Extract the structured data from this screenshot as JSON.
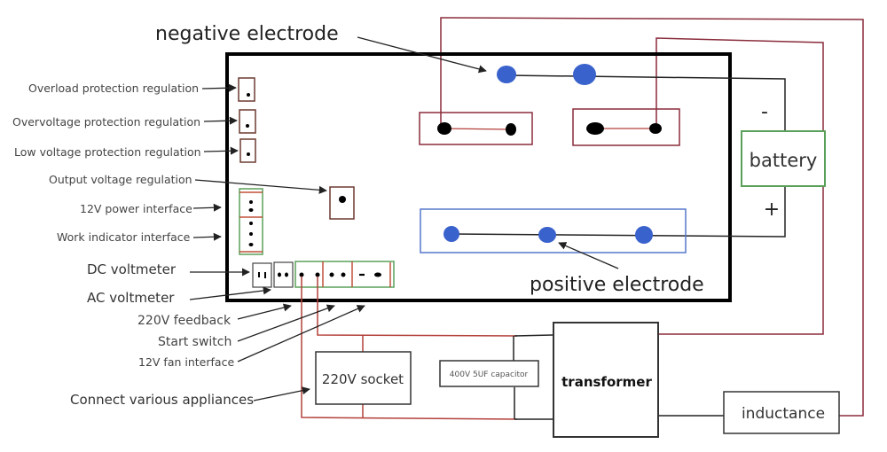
{
  "colors": {
    "board_outline": "#000000",
    "wire_black": "#222222",
    "wire_red": "#b3403a",
    "wire_maroon": "#8a2c3b",
    "electrode_blue": "#3a62cc",
    "positive_box": "#5577cc",
    "battery_box": "#5aa05a",
    "connector_green": "#5aa05a",
    "connector_red": "#c0503a"
  },
  "labels": {
    "negative_electrode": "negative electrode",
    "positive_electrode": "positive electrode",
    "overload_protection": "Overload protection regulation",
    "overvoltage_protection": "Overvoltage protection regulation",
    "low_voltage_protection": "Low voltage protection regulation",
    "output_voltage": "Output voltage regulation",
    "power_12v": "12V power interface",
    "work_indicator": "Work indicator interface",
    "dc_voltmeter": "DC voltmeter",
    "ac_voltmeter": "AC voltmeter",
    "feedback_220v": "220V feedback",
    "start_switch": "Start switch",
    "fan_12v": "12V fan interface",
    "connect_appliances": "Connect various appliances"
  },
  "components": {
    "battery": "battery",
    "battery_negative": "-",
    "battery_positive": "+",
    "socket": "220V socket",
    "capacitor": "400V 5UF capacitor",
    "transformer": "transformer",
    "inductance": "inductance"
  }
}
